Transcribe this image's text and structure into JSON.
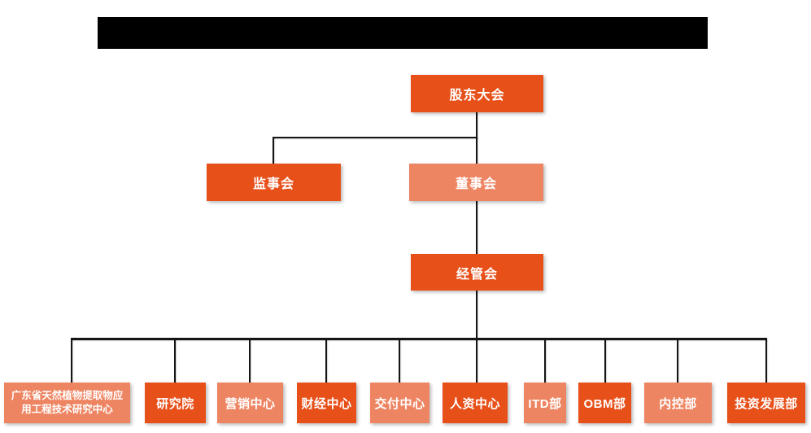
{
  "colors": {
    "bg": "#ffffff",
    "title-bar": "#000000",
    "dark-orange": "#e8501a",
    "light-orange": "#ee8562",
    "line": "#151515",
    "node-text": "#ffffff"
  },
  "org": {
    "level1": {
      "label": "股东大会",
      "variant": "dark"
    },
    "level2": [
      {
        "label": "监事会",
        "variant": "dark"
      },
      {
        "label": "董事会",
        "variant": "light"
      }
    ],
    "level3": {
      "label": "经管会",
      "variant": "dark"
    },
    "level4": [
      {
        "label": "广东省天然植物提取物应用工程技术研究中心",
        "variant": "light"
      },
      {
        "label": "研究院",
        "variant": "dark"
      },
      {
        "label": "营销中心",
        "variant": "light"
      },
      {
        "label": "财经中心",
        "variant": "dark"
      },
      {
        "label": "交付中心",
        "variant": "light"
      },
      {
        "label": "人资中心",
        "variant": "dark"
      },
      {
        "label": "ITD部",
        "variant": "light"
      },
      {
        "label": "OBM部",
        "variant": "dark"
      },
      {
        "label": "内控部",
        "variant": "light"
      },
      {
        "label": "投资发展部",
        "variant": "dark"
      }
    ]
  }
}
